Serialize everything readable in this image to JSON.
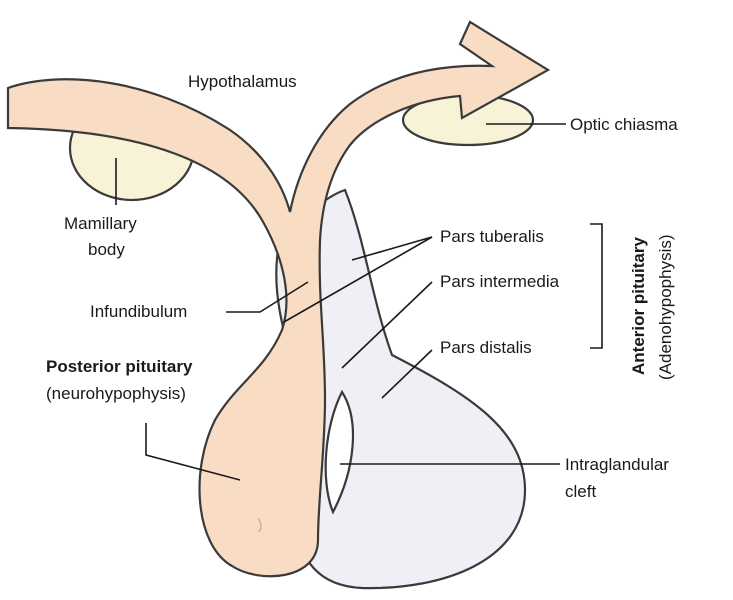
{
  "labels": {
    "hypothalamus": "Hypothalamus",
    "optic_chiasma": "Optic chiasma",
    "mamillary_line1": "Mamillary",
    "mamillary_line2": "body",
    "pars_tuberalis": "Pars tuberalis",
    "pars_intermedia": "Pars intermedia",
    "pars_distalis": "Pars distalis",
    "infundibulum": "Infundibulum",
    "posterior_title": "Posterior pituitary",
    "posterior_sub": "(neurohypophysis)",
    "intraglandular_line1": "Intraglandular",
    "intraglandular_line2": "cleft",
    "anterior_title": "Anterior pituitary",
    "anterior_sub": "(Adenohypophysis)"
  },
  "colors": {
    "neural_tissue": "#f9dcc4",
    "anterior_tissue": "#eef0f5",
    "bodies": "#f8f2d6",
    "outline": "#3a3a3a",
    "text": "#1a1a1a"
  }
}
